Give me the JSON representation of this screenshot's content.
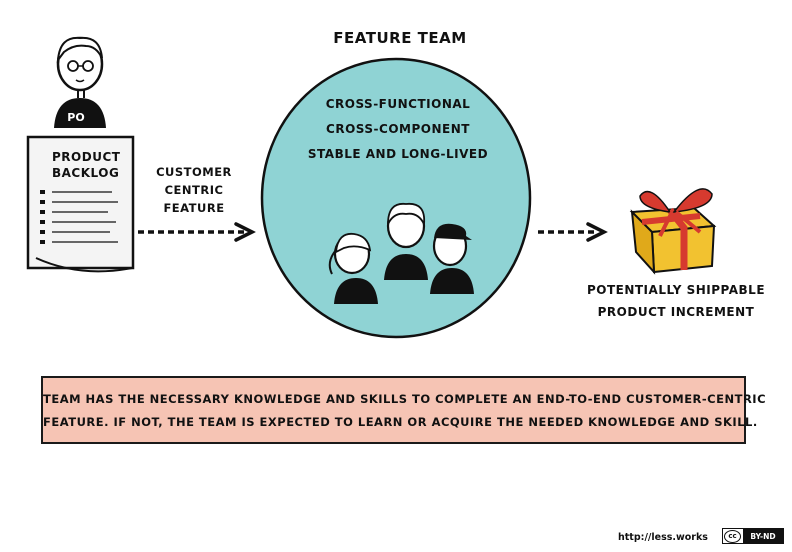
{
  "title": "FEATURE TEAM",
  "product_owner": {
    "badge": "PO"
  },
  "backlog": {
    "label_lines": [
      "PRODUCT",
      "BACKLOG"
    ]
  },
  "input_feature": {
    "label_lines": [
      "CUSTOMER",
      "CENTRIC",
      "FEATURE"
    ]
  },
  "team": {
    "attributes": [
      "CROSS-FUNCTIONAL",
      "CROSS-COMPONENT",
      "STABLE AND LONG-LIVED"
    ]
  },
  "output": {
    "label_lines": [
      "POTENTIALLY SHIPPABLE",
      "PRODUCT INCREMENT"
    ]
  },
  "statement": {
    "lines": [
      "TEAM HAS THE NECESSARY KNOWLEDGE AND SKILLS TO COMPLETE AN END-TO-END CUSTOMER-CENTRIC",
      "FEATURE. IF NOT, THE TEAM IS EXPECTED TO LEARN OR ACQUIRE THE NEEDED KNOWLEDGE AND SKILL."
    ]
  },
  "footer": {
    "url": "http://less.works",
    "license_symbol": "cc",
    "license_text": "BY-ND"
  },
  "colors": {
    "circle_fill": "#8fd3d4",
    "statement_fill": "#f6c4b4",
    "gift_fill": "#f2c230",
    "ribbon": "#d63a2f",
    "ink": "#111111",
    "paper": "#f4f4f4"
  }
}
